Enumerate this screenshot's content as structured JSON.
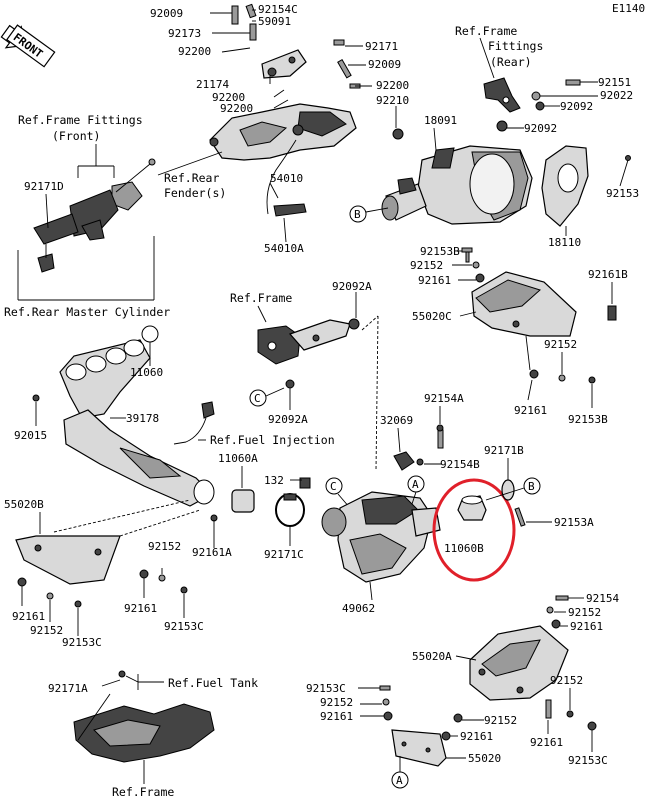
{
  "diagram_id": "E1140",
  "front_label": "FRONT",
  "refs": {
    "frame_fittings_rear": [
      "Ref.Frame",
      "Fittings",
      "(Rear)"
    ],
    "frame_fittings_front": [
      "Ref.Frame Fittings",
      "(Front)"
    ],
    "rear_fender": [
      "Ref.Rear",
      "Fender(s)"
    ],
    "rear_master_cylinder": "Ref.Rear Master Cylinder",
    "frame_mid": "Ref.Frame",
    "fuel_injection": "Ref.Fuel Injection",
    "fuel_tank": "Ref.Fuel Tank",
    "frame_bottom": "Ref.Frame"
  },
  "callouts": {
    "a1": "A",
    "a2": "A",
    "b1": "B",
    "b2": "B",
    "c1": "C",
    "c2": "C"
  },
  "highlight_color": "#e0202a",
  "part_numbers": {
    "p92009a": "92009",
    "p92154c": "92154C",
    "p59091": "59091",
    "p92173": "92173",
    "p92200a": "92200",
    "p92171a": "92171",
    "p92009b": "92009",
    "p21174": "21174",
    "p92200b": "92200",
    "p92200c": "92200",
    "p92200d": "92200",
    "p92210": "92210",
    "p92151": "92151",
    "p92022": "92022",
    "p92092a": "92092",
    "p18091": "18091",
    "p92092b": "92092",
    "p92171d": "92171D",
    "p54010": "54010",
    "p92153": "92153",
    "p54010a": "54010A",
    "p18110": "18110",
    "p92153b_top": "92153B",
    "p92152_top": "92152",
    "p92161_top": "92161",
    "p92161b": "92161B",
    "p92092a_mid": "92092A",
    "p55020c": "55020C",
    "p11060": "11060",
    "p92152_mid": "92152",
    "p92161_mid": "92161",
    "p92153b_mid": "92153B",
    "p92092a_low": "92092A",
    "p92015": "92015",
    "p39178": "39178",
    "p92154a": "92154A",
    "p32069": "32069",
    "p11060a": "11060A",
    "p92171b": "92171B",
    "p92154b": "92154B",
    "p132": "132",
    "p55020b": "55020B",
    "p92153a": "92153A",
    "p11060b": "11060B",
    "p92161a": "92161A",
    "p92152_left": "92152",
    "p92171c": "92171C",
    "p92161_left": "92161",
    "p92161_left2": "92161",
    "p92152_left2": "92152",
    "p92153c_left": "92153C",
    "p92153c_left2": "92153C",
    "p49062": "49062",
    "p92154_br": "92154",
    "p92152_br": "92152",
    "p92161_br": "92161",
    "p55020a": "55020A",
    "p92171a_bl": "92171A",
    "p92153c_br": "92153C",
    "p92152_br2": "92152",
    "p92152_br3": "92152",
    "p92161_br2": "92161",
    "p92152_br4": "92152",
    "p92161_br3": "92161",
    "p92161_br4": "92161",
    "p55020": "55020",
    "p92153c_br2": "92153C"
  }
}
